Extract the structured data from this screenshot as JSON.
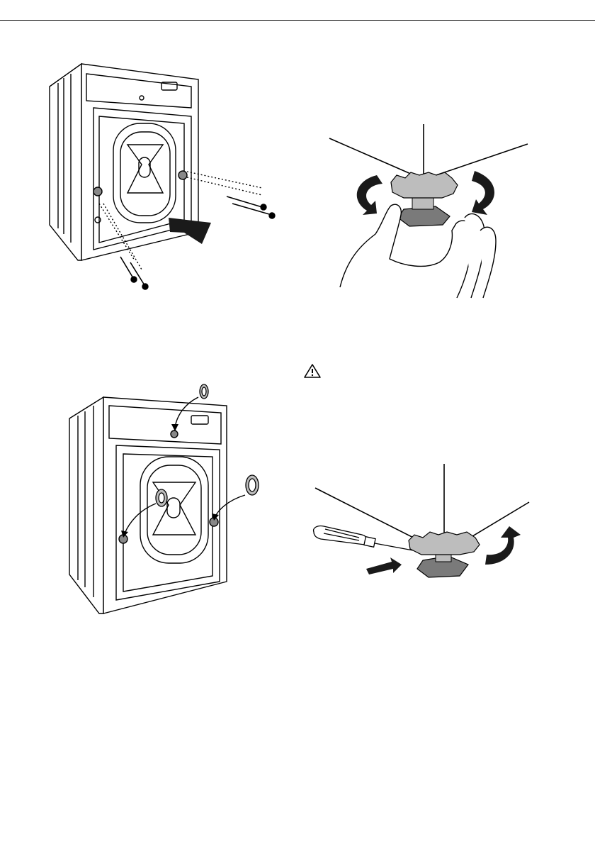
{
  "page": {
    "has_top_rule": true
  },
  "figures": [
    {
      "name": "back-panel-remove-transit-bolts",
      "icon": "washing-machine-back-bolts"
    },
    {
      "name": "adjust-feet-by-hand",
      "icon": "hand-turning-foot"
    },
    {
      "name": "insert-plastic-caps",
      "icon": "washing-machine-back-caps"
    },
    {
      "name": "lock-foot-with-screwdriver",
      "icon": "screwdriver-foot"
    }
  ],
  "warning": {
    "icon": "warning-triangle-icon",
    "text": ""
  },
  "colors": {
    "line": "#000000",
    "gray_dark": "#7a7a7a",
    "gray_light": "#bdbdbd",
    "arrow": "#1a1a1a"
  }
}
